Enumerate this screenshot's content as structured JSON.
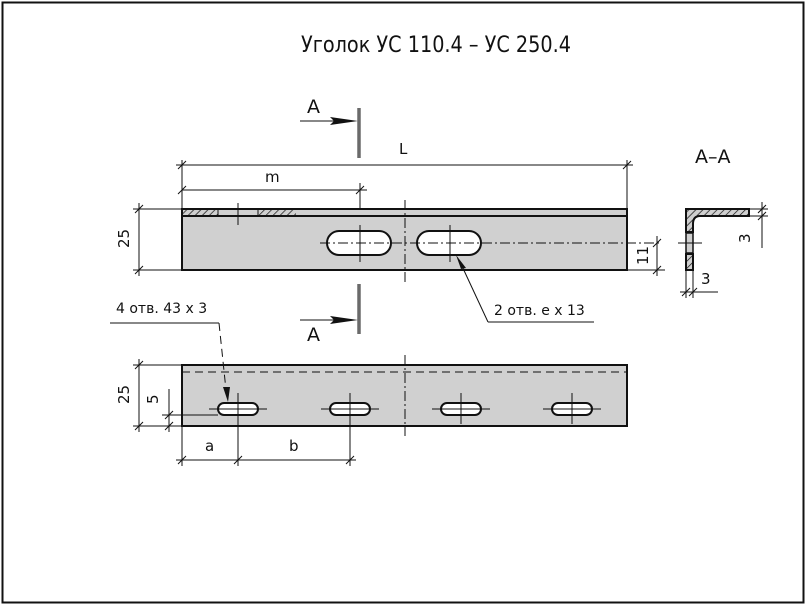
{
  "drawing": {
    "title": "Уголок УС 110.4 – УС 250.4",
    "colors": {
      "line": "#111111",
      "part_fill": "#d0d0d0",
      "section_line": "#6a6a6a",
      "background": "#ffffff"
    },
    "section_marks": {
      "top_label": "A",
      "bottom_label": "A",
      "section_view_title": "A–A"
    },
    "front_view": {
      "dimensions": {
        "length": "L",
        "to_center": "m",
        "height": "25",
        "slot_offset": "11"
      },
      "slots_note": "2 отв. e x 13"
    },
    "bottom_view": {
      "dimensions": {
        "height": "25",
        "slot_offset": "5",
        "first_slot": "a",
        "slot_pitch": "b"
      },
      "slots_note": "4 отв. 43 x 3"
    },
    "section_view": {
      "dimensions": {
        "flange_thickness": "3",
        "web_thickness": "3"
      }
    }
  }
}
